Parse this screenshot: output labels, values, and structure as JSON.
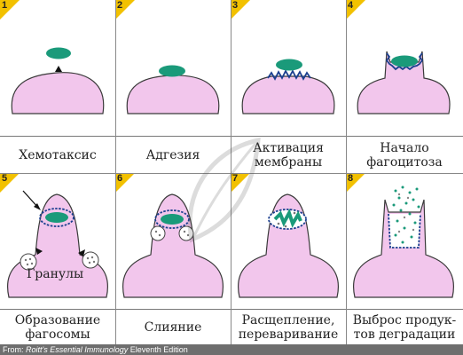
{
  "panels": [
    {
      "number": "1",
      "caption": "Хемотаксис"
    },
    {
      "number": "2",
      "caption": "Адгезия"
    },
    {
      "number": "3",
      "caption": "Активация мембраны"
    },
    {
      "number": "4",
      "caption": "Начало фагоцитоза"
    },
    {
      "number": "5",
      "caption": "Образование фагосомы"
    },
    {
      "number": "6",
      "caption": "Слияние"
    },
    {
      "number": "7",
      "caption": "Расщепление, переваривание"
    },
    {
      "number": "8",
      "caption": "Выброс продук- тов деградации"
    }
  ],
  "labels": {
    "granules": "Гранулы"
  },
  "footer": {
    "prefix": "From: ",
    "book": "Roitt's Essential Immunology",
    "suffix": " Eleventh Edition"
  },
  "colors": {
    "cell_fill": "#f2c6ec",
    "cell_stroke": "#3a3a3a",
    "bacterium": "#1a9a7a",
    "membrane_zigzag": "#1b3f8f",
    "badge": "#f2c100",
    "footer_bg": "#6e6e6e"
  }
}
